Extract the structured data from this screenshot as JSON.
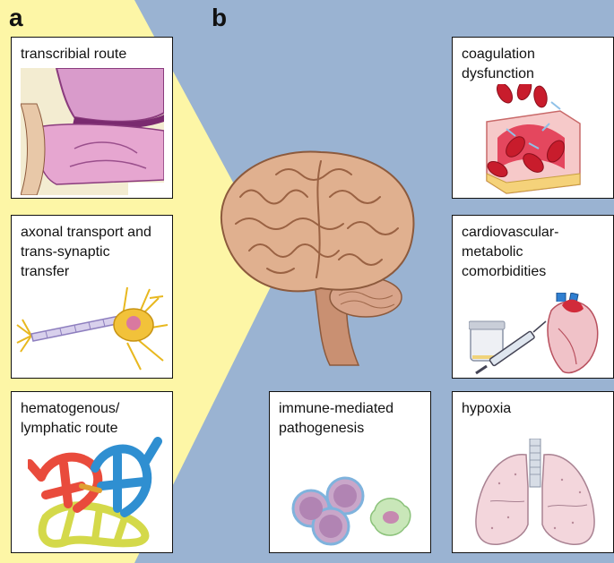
{
  "figure": {
    "panel_a_label": "a",
    "panel_b_label": "b",
    "background_colors": {
      "panel_a": "#fdf6a6",
      "panel_b": "#9ab3d2"
    }
  },
  "routes": [
    {
      "key": "transcribial",
      "label": "transcribial route",
      "icon": "nasal-cavity-illustration"
    },
    {
      "key": "axonal",
      "label": "axonal transport and\ntrans-synaptic\ntransfer",
      "icon": "neuron-illustration"
    },
    {
      "key": "hematogenous",
      "label": "hematogenous/\nlymphatic route",
      "icon": "vessel-network-illustration"
    }
  ],
  "mechanisms": [
    {
      "key": "coagulation",
      "label": "coagulation\ndysfunction",
      "icon": "blood-clot-illustration"
    },
    {
      "key": "cardio",
      "label": "cardiovascular-\nmetabolic\ncomorbidities",
      "icon": "heart-syringe-illustration"
    },
    {
      "key": "immune",
      "label": "immune-mediated\npathogenesis",
      "icon": "immune-cells-illustration"
    },
    {
      "key": "hypoxia",
      "label": "hypoxia",
      "icon": "lungs-illustration"
    }
  ],
  "center": {
    "icon": "brain-illustration"
  }
}
